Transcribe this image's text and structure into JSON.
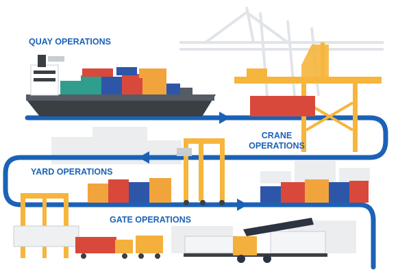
{
  "stages": {
    "quay": "QUAY OPERATIONS",
    "crane_line1": "CRANE",
    "crane_line2": "OPERATIONS",
    "yard": "YARD OPERATIONS",
    "gate": "GATE OPERATIONS"
  },
  "colors": {
    "flow_line": "#1b62b7",
    "label_text": "#1b62b7",
    "ship_hull": "#3a3f44",
    "crane_yellow": "#f6b53c",
    "container_red": "#d8493b",
    "container_blue": "#2e56a8",
    "container_orange": "#f2a43c",
    "container_teal": "#2f9e8f",
    "truck_yellow": "#f4b03d",
    "background_buildings": "#ebedef"
  },
  "icons": {
    "flow_arrow": "arrow-icon",
    "ship": "container-ship-icon",
    "quay_crane": "quay-crane-icon",
    "gantry_crane": "gantry-crane-icon",
    "truck": "truck-icon",
    "reach_stacker": "reach-stacker-icon"
  }
}
